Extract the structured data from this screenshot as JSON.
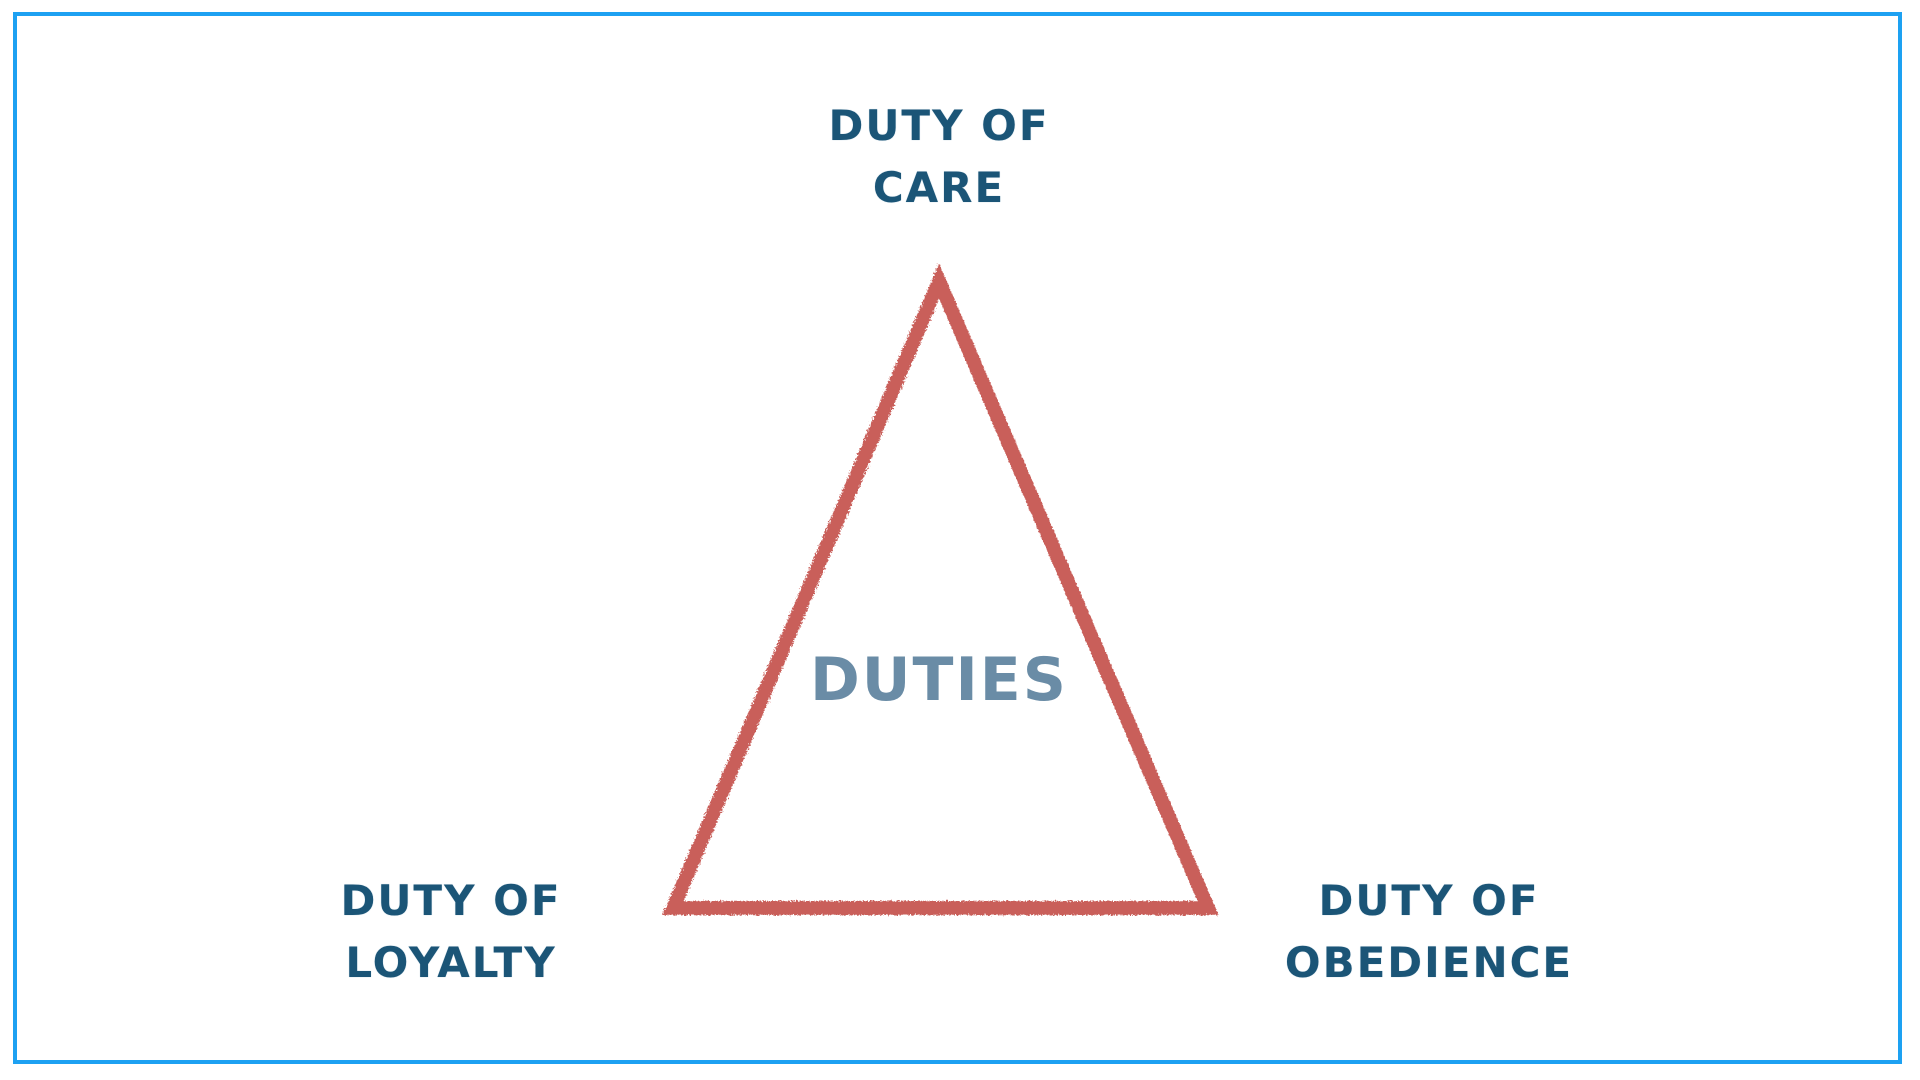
{
  "diagram": {
    "center_label": "DUTIES",
    "vertices": {
      "top": {
        "line1": "DUTY OF",
        "line2": "CARE"
      },
      "bottom_left": {
        "line1": "DUTY OF",
        "line2": "LOYALTY"
      },
      "bottom_right": {
        "line1": "DUTY OF",
        "line2": "OBEDIENCE"
      }
    },
    "colors": {
      "border": "#1da1f2",
      "triangle": "#c95f5a",
      "label": "#1b5577",
      "center": "#6a8ca6"
    }
  }
}
